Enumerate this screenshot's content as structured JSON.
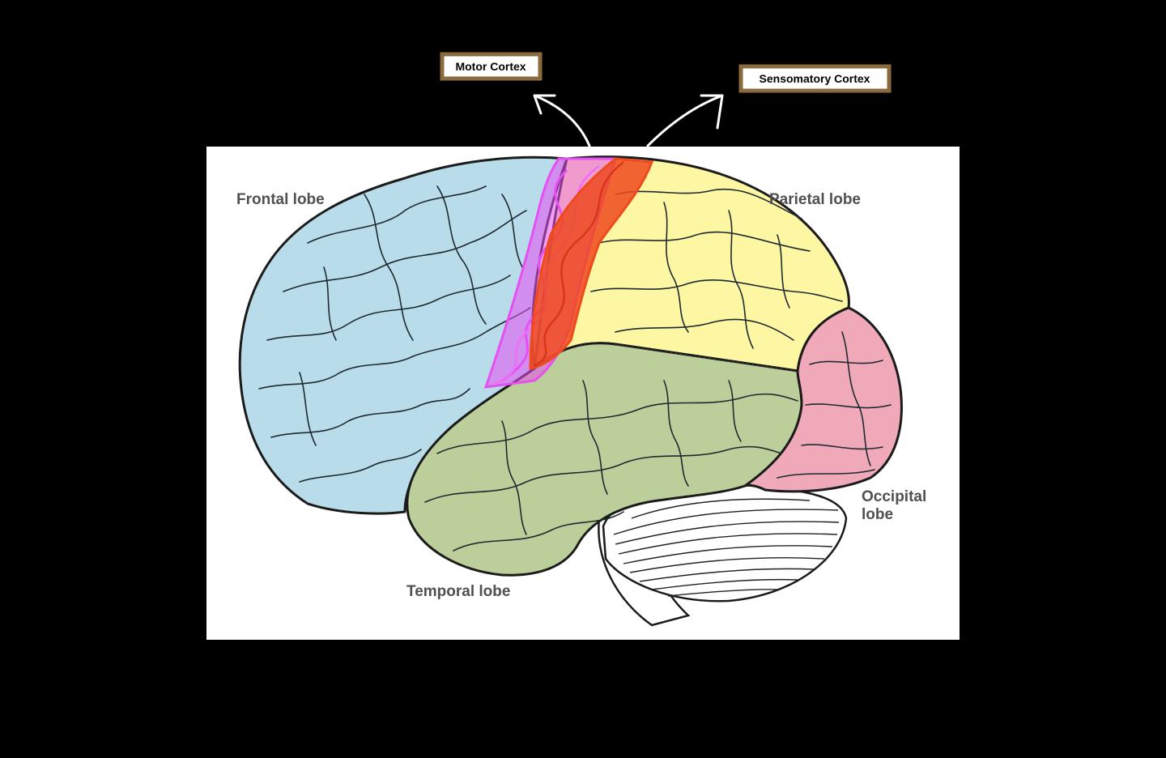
{
  "callouts": {
    "motor": "Motor Cortex",
    "sensory": "Sensomatory Cortex"
  },
  "labels": {
    "frontal": "Frontal lobe",
    "parietal": "Parietal lobe",
    "temporal": "Temporal lobe",
    "occipital_line1": "Occipital",
    "occipital_line2": "lobe"
  },
  "colors": {
    "background": "#000000",
    "panel": "#ffffff",
    "frontal": "#b9dcea",
    "parietal": "#fdf6a3",
    "temporal": "#bccf9a",
    "occipital": "#f0a9b9",
    "cerebellum": "#ffffff",
    "motor_highlight": "#e64ff0",
    "sensory_highlight": "#ee4a1e",
    "callout_border": "#8b6a3e"
  }
}
